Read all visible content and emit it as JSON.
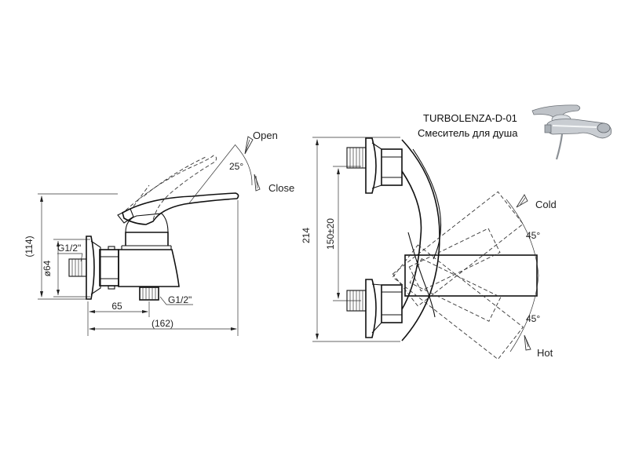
{
  "product": {
    "model": "TURBOLENZA-D-01",
    "description": "Смеситель для душа"
  },
  "side_view": {
    "height_dim": "(114)",
    "diameter_dim": "ø64",
    "inlet_thread": "G1/2\"",
    "outlet_thread": "G1/2\"",
    "offset_dim": "65",
    "length_dim": "(162)",
    "lever_angle": "25°",
    "open_label": "Open",
    "close_label": "Close"
  },
  "top_view": {
    "overall_dim": "214",
    "centers_dim": "150±20",
    "cold_label": "Cold",
    "hot_label": "Hot",
    "cold_angle": "45°",
    "hot_angle": "45°"
  }
}
